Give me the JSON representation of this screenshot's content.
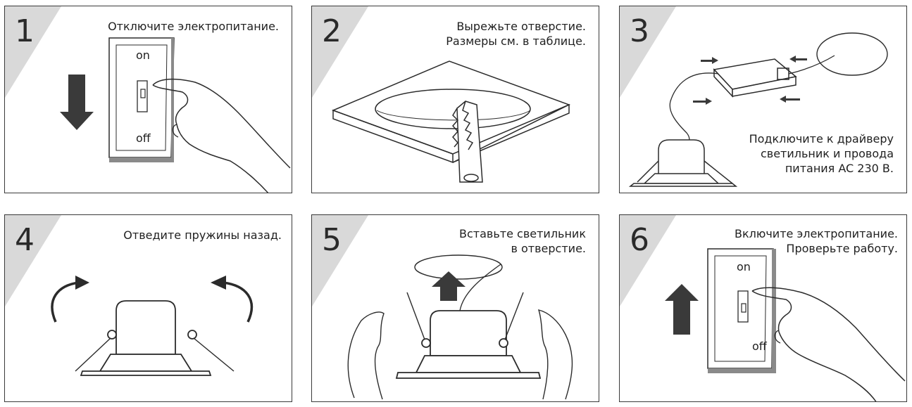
{
  "steps": [
    {
      "number": "1",
      "lines": [
        "Отключите электропитание."
      ],
      "switch_on": "on",
      "switch_off": "off"
    },
    {
      "number": "2",
      "lines": [
        "Вырежьте отверстие.",
        "Размеры см. в таблице."
      ]
    },
    {
      "number": "3",
      "lines": [
        "Подключите к драйверу",
        "светильник и провода",
        "питания AC 230 В."
      ]
    },
    {
      "number": "4",
      "lines": [
        "Отведите пружины назад."
      ]
    },
    {
      "number": "5",
      "lines": [
        "Вставьте светильник",
        "в отверстие."
      ]
    },
    {
      "number": "6",
      "lines": [
        "Включите электропитание.",
        "Проверьте работу."
      ],
      "switch_on": "on",
      "switch_off": "off"
    }
  ],
  "colors": {
    "corner": "#d9d9d9",
    "stroke": "#2b2b2b",
    "arrow": "#3a3a3a",
    "wall_shadow": "#7a7a7a"
  }
}
